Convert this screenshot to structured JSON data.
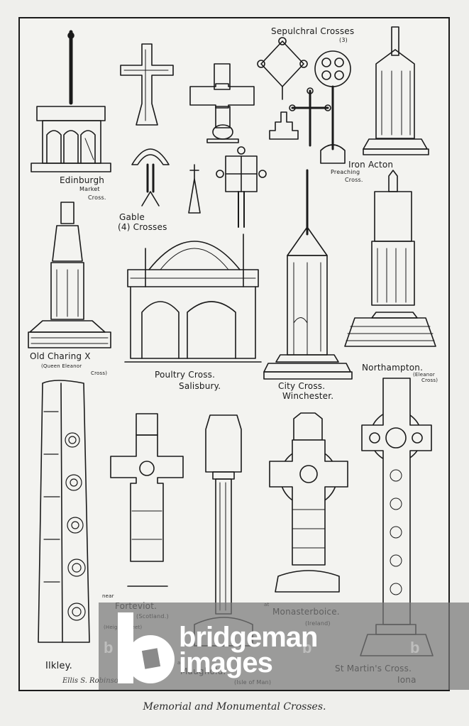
{
  "plate": {
    "caption": "Memorial and Monumental Crosses.",
    "signature": "Ellis S. Robinson.",
    "colors": {
      "paper": "#efefec",
      "ink": "#1a1a1a",
      "frame": "#1b1b1b",
      "watermark_band": "#787878",
      "watermark_text": "#ffffff"
    }
  },
  "labels": {
    "edinburgh": [
      "Edinburgh",
      "Market",
      "Cross."
    ],
    "sepulchral": [
      "Sepulchral Crosses",
      "(3)"
    ],
    "iron_acton": [
      "Iron Acton",
      "Preaching",
      "Cross."
    ],
    "gable": [
      "Gable",
      "(4) Crosses"
    ],
    "old_charing": [
      "Old Charing X",
      "(Queen Eleanor",
      "Cross)"
    ],
    "poultry": [
      "Poultry Cross.",
      "Salisbury."
    ],
    "city_cross": [
      "City Cross.",
      "Winchester."
    ],
    "northampton": [
      "Northampton.",
      "(Eleanor",
      "Cross)"
    ],
    "ilkley": "Ilkley.",
    "forteviot": [
      "near",
      "Forteviot.",
      "(Scotland.)",
      "(Height 7 feet)"
    ],
    "maughold": [
      "at",
      "Maughold.",
      "(Isle of Man)"
    ],
    "monasterboice": [
      "at",
      "Monasterboice.",
      "(Ireland)"
    ],
    "st_martin": [
      "St Martin's Cross.",
      "Iona"
    ]
  },
  "watermark": {
    "brand_line1": "bridgeman",
    "brand_line2": "images",
    "logo_letter": "b"
  }
}
